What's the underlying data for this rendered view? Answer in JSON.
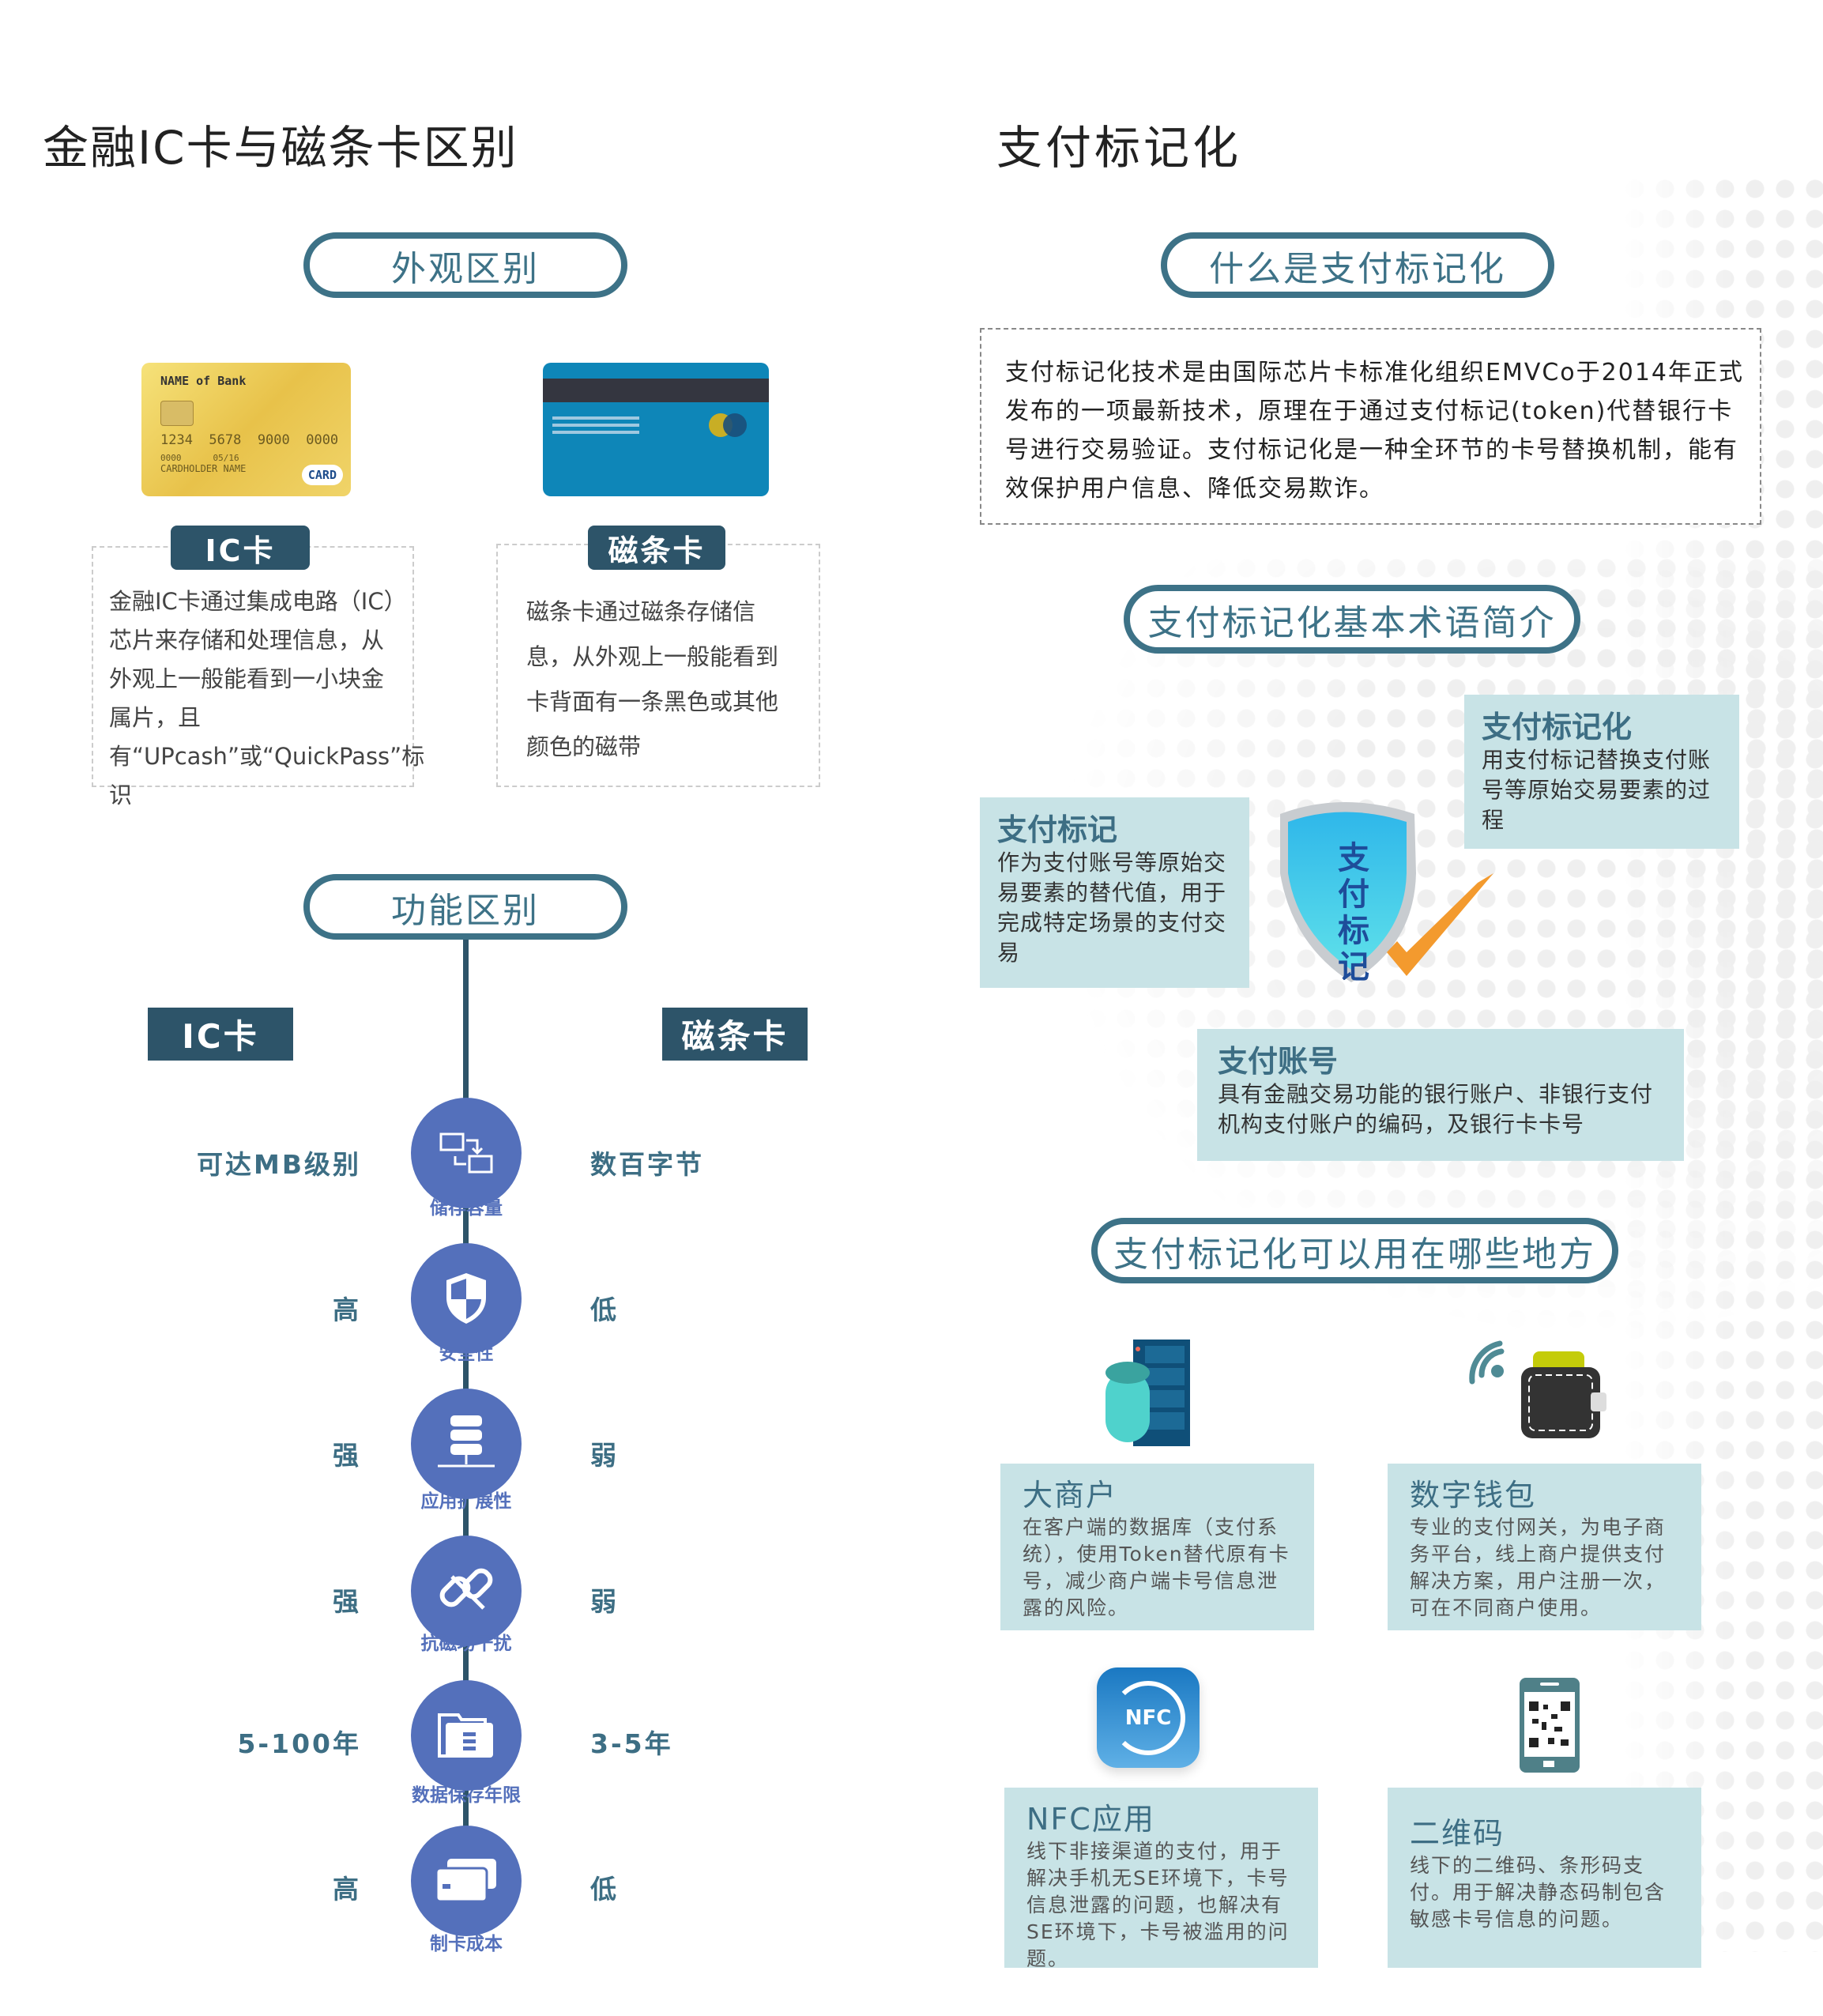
{
  "left": {
    "title": "金融IC卡与磁条卡区别",
    "appearance_pill": "外观区别",
    "ic_card_image": {
      "bank": "NAME of Bank",
      "number": "1234  5678  9000  0000",
      "code": "0000",
      "valid": "05/16",
      "holder": "CARDHOLDER NAME",
      "brand": "CARD"
    },
    "ic_label": "IC卡",
    "ic_desc": "金融IC卡通过集成电路（IC）芯片来存储和处理信息，从外观上一般能看到一小块金属片，且有“UPcash”或“QuickPass”标识",
    "mag_label": "磁条卡",
    "mag_desc": "磁条卡通过磁条存储信息，从外观上一般能看到卡背面有一条黑色或其他颜色的磁带",
    "function_pill": "功能区别",
    "col_ic": "IC卡",
    "col_mag": "磁条卡",
    "rows": [
      {
        "label": "储存容量",
        "ic": "可达MB级别",
        "mag": "数百字节",
        "icon": "data-transfer-icon"
      },
      {
        "label": "安全性",
        "ic": "高",
        "mag": "低",
        "icon": "shield-icon"
      },
      {
        "label": "应用扩展性",
        "ic": "强",
        "mag": "弱",
        "icon": "server-icon"
      },
      {
        "label": "抗磁场干扰",
        "ic": "强",
        "mag": "弱",
        "icon": "broken-link-icon"
      },
      {
        "label": "数据保存年限",
        "ic": "5-100年",
        "mag": "3-5年",
        "icon": "folder-icon"
      },
      {
        "label": "制卡成本",
        "ic": "高",
        "mag": "低",
        "icon": "cards-icon"
      }
    ]
  },
  "right": {
    "title": "支付标记化",
    "what_pill": "什么是支付标记化",
    "what_desc": "支付标记化技术是由国际芯片卡标准化组织EMVCo于2014年正式发布的一项最新技术，原理在于通过支付标记(token)代替银行卡号进行交易验证。支付标记化是一种全环节的卡号替换机制，能有效保护用户信息、降低交易欺诈。",
    "terms_pill": "支付标记化基本术语简介",
    "shield_text": "支付标记",
    "terms": [
      {
        "title": "支付标记化",
        "desc": "用支付标记替换支付账号等原始交易要素的过程"
      },
      {
        "title": "支付标记",
        "desc": "作为支付账号等原始交易要素的替代值，用于完成特定场景的支付交易"
      },
      {
        "title": "支付账号",
        "desc": "具有金融交易功能的银行账户、非银行支付机构支付账户的编码，及银行卡卡号"
      }
    ],
    "uses_pill": "支付标记化可以用在哪些地方",
    "uses": [
      {
        "title": "大商户",
        "desc": "在客户端的数据库（支付系统），使用Token替代原有卡号，减少商户端卡号信息泄露的风险。"
      },
      {
        "title": "数字钱包",
        "desc": "专业的支付网关，为电子商务平台，线上商户提供支付解决方案，用户注册一次，可在不同商户使用。"
      },
      {
        "title": "NFC应用",
        "desc": "线下非接渠道的支付，用于解决手机无SE环境下，卡号信息泄露的问题，也解决有SE环境下，卡号被滥用的问题。"
      },
      {
        "title": "二维码",
        "desc": "线下的二维码、条形码支付。用于解决静态码制包含敏感卡号信息的问题。"
      }
    ],
    "nfc_logo": "NFC"
  }
}
